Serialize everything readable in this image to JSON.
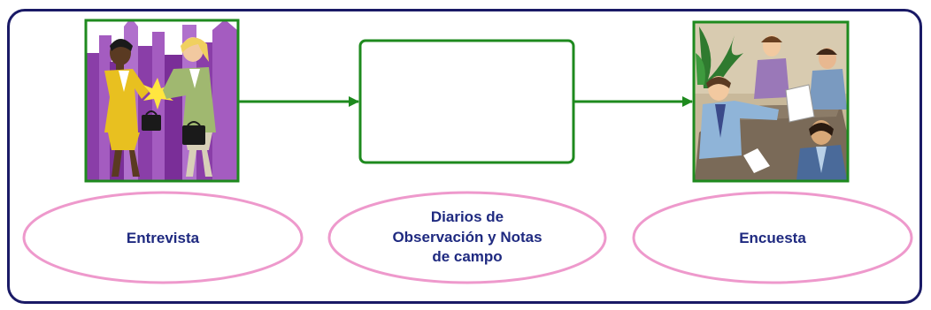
{
  "nodes": [
    {
      "id": "entrevista",
      "label": [
        "Entrevista"
      ],
      "illustration": "handshake-illustration"
    },
    {
      "id": "diarios",
      "label": [
        "Diarios de",
        "Observación y Notas",
        "de campo"
      ],
      "illustration": "empty-box"
    },
    {
      "id": "encuesta",
      "label": [
        "Encuesta"
      ],
      "illustration": "meeting-illustration"
    }
  ],
  "colors": {
    "frame": "#1a1a66",
    "box_border": "#1e8a1e",
    "arrow": "#1e8a1e",
    "ellipse_border": "#ee99cc",
    "label_text": "#1f2a80"
  }
}
